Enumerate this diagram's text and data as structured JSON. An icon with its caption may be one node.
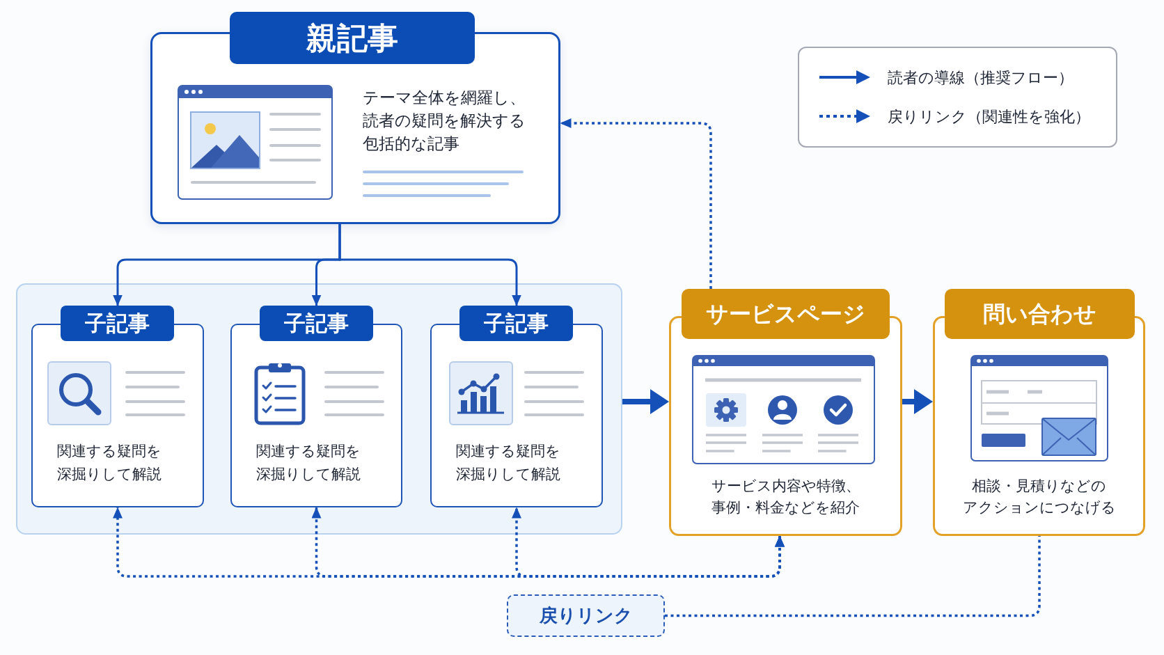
{
  "diagram": {
    "nodes": [
      {
        "text": [
          "親記事",
          "テーマ全体を網羅し、読者の疑問を解決する包括的な記事"
        ]
      },
      {
        "text": [],
        "shape": "box"
      },
      {
        "text": [
          "子記事",
          "関連する疑問を深掘りして解説"
        ],
        "in": 1
      },
      {
        "text": [
          "子記事",
          "関連する疑問を深掘りして解説"
        ],
        "in": 1
      },
      {
        "text": [
          "子記事",
          "関連する疑問を深掘りして解説"
        ],
        "in": 1
      },
      {
        "text": [
          "サービスページ",
          "サービス内容や特徴、事例・料金などを紹介"
        ]
      },
      {
        "text": [
          "問い合わせ",
          "相談・見積りなどのアクションにつなげる"
        ]
      },
      {
        "text": [
          "戻りリンク"
        ]
      }
    ],
    "edges": [
      {
        "from": 0,
        "to": 2,
        "arrow": "to"
      },
      {
        "from": 0,
        "to": 3,
        "arrow": "to"
      },
      {
        "from": 0,
        "to": 4,
        "arrow": "to"
      },
      {
        "from": 1,
        "to": 5,
        "arrow": "to",
        "style": "thick"
      },
      {
        "from": 5,
        "to": 6,
        "arrow": "to",
        "style": "thick"
      },
      {
        "from": 5,
        "to": 0,
        "arrow": "to",
        "style": "dashed"
      },
      {
        "from": 5,
        "to": 2,
        "arrow": "both",
        "style": "dashed"
      },
      {
        "from": 5,
        "to": 3,
        "arrow": "both",
        "style": "dashed"
      },
      {
        "from": 5,
        "to": 4,
        "arrow": "both",
        "style": "dashed"
      },
      {
        "from": 7,
        "to": 6,
        "arrow": "none",
        "style": "dashed"
      }
    ],
    "legend": [
      {
        "text": "読者の導線（推奨フロー）"
      },
      {
        "text": "戻りリンク（関連性を強化）"
      }
    ]
  }
}
